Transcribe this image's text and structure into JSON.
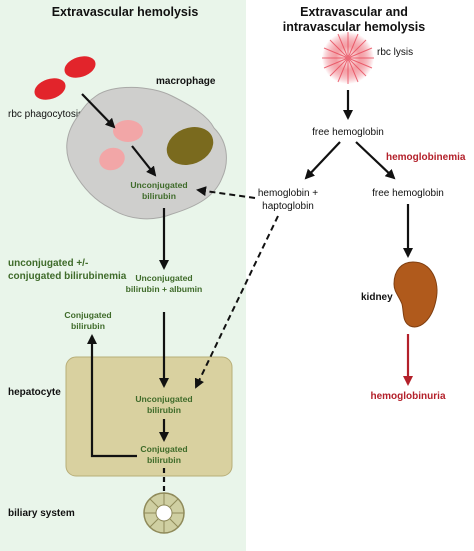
{
  "titles": {
    "left": "Extravascular hemolysis",
    "right_line1": "Extravascular and",
    "right_line2": "intravascular hemolysis"
  },
  "labels": {
    "macrophage": "macrophage",
    "rbc_phagocytosis": "rbc phagocytosis",
    "unconj_bilirubin_1_line1": "Unconjugated",
    "unconj_bilirubin_1_line2": "bilirubin",
    "unconj_albumin_line1": "Unconjugated",
    "unconj_albumin_line2": "bilirubin + albumin",
    "conj_mixed_line1": "unconjugated +/-",
    "conj_mixed_line2": "conjugated bilirubinemia",
    "conj_bilirubin_top_line1": "Conjugated",
    "conj_bilirubin_top_line2": "bilirubin",
    "hepatocyte": "hepatocyte",
    "unconj_bilirubin_2_line1": "Unconjugated",
    "unconj_bilirubin_2_line2": "bilirubin",
    "conj_bilirubin_2_line1": "Conjugated",
    "conj_bilirubin_2_line2": "bilirubin",
    "biliary_system": "biliary system",
    "rbc_lysis": "rbc lysis",
    "free_hemoglobin_1": "free hemoglobin",
    "hemoglobinemia": "hemoglobinemia",
    "hemo_hapto_line1": "hemoglobin +",
    "hemo_hapto_line2": "haptoglobin",
    "free_hemoglobin_2": "free hemoglobin",
    "kidney": "kidney",
    "hemoglobinuria": "hemoglobinuria"
  },
  "colors": {
    "left_panel": "#e9f5ea",
    "macrophage": "#cfcfcd",
    "hepatocyte": "#d9d1a0",
    "rbc": "#e2242b",
    "phagosome": "#f2a6a7",
    "nucleus": "#7a6a1e",
    "kidney": "#b05a1c",
    "biliary": "#cfcfa2",
    "accent_red": "#b3202a",
    "green_text": "#3f6b2a"
  }
}
